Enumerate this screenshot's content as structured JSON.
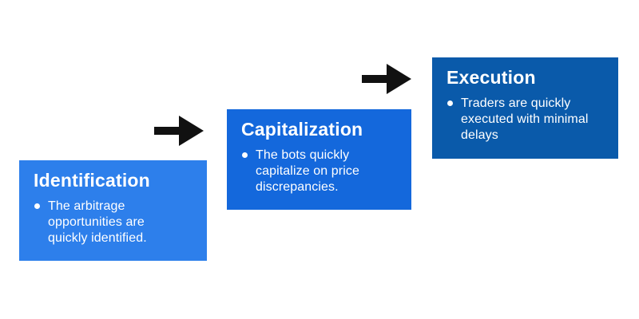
{
  "diagram": {
    "background_color": "#ffffff",
    "arrow_color": "#111111",
    "text_color": "#ffffff",
    "arrow_icon_name": "arrow-right-icon",
    "steps": [
      {
        "title": "Identification",
        "bullet": "The arbitrage\nopportunities are\nquickly identified.",
        "color": "#2d7feb"
      },
      {
        "title": "Capitalization",
        "bullet": "The bots quickly\ncapitalize on price\ndiscrepancies.",
        "color": "#1468dc"
      },
      {
        "title": "Execution",
        "bullet": "Traders are quickly\nexecuted with minimal\ndelays",
        "color": "#0a5aaa"
      }
    ]
  }
}
